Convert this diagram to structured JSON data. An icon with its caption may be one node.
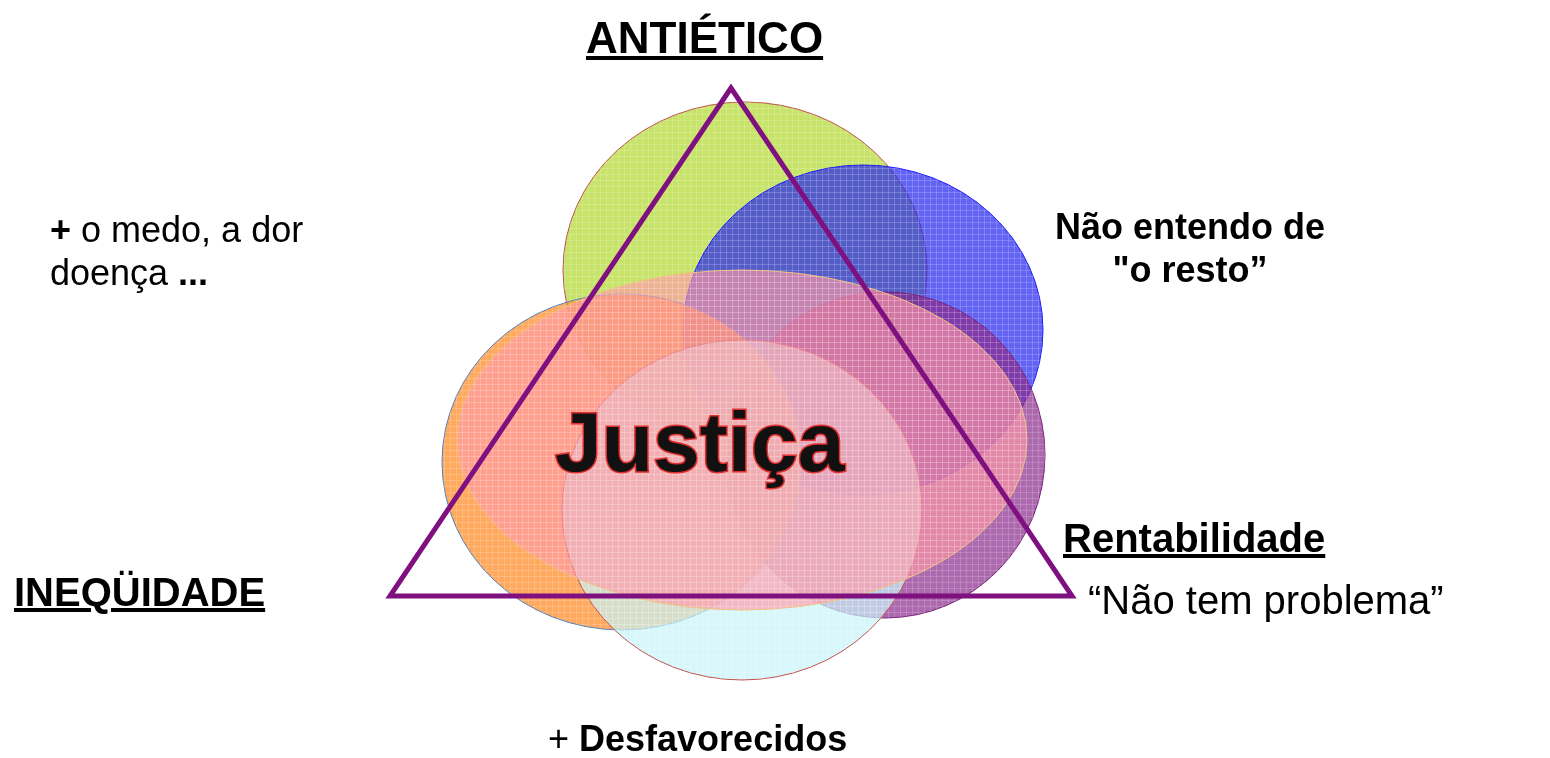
{
  "diagram": {
    "labels": [
      "ANTIÉTICO",
      "**+** o medo, a dor doença **...**",
      "Não entendo de \"o resto”",
      "Justiça",
      "Rentabilidade",
      "“Não tem problema”",
      "INEQÜIDADE",
      "+ **Desfavorecidos**"
    ]
  }
}
